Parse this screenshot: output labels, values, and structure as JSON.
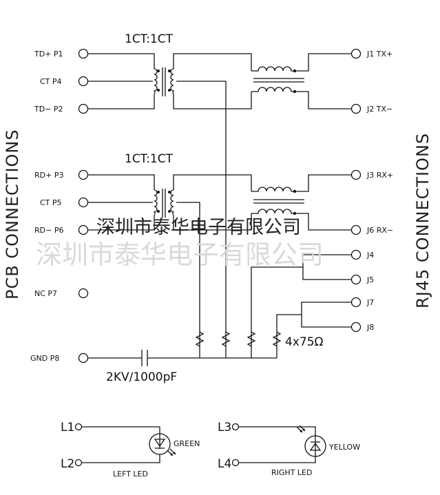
{
  "transformer_labels": [
    "1CT:1CT",
    "1CT:1CT"
  ],
  "pcb_pins": {
    "td_plus": "TD+  P1",
    "ct_p4": "CT  P4",
    "td_minus": "TD−  P2",
    "rd_plus": "RD+  P3",
    "ct_p5": "CT  P5",
    "rd_minus": "RD−  P6",
    "nc": "NC  P7",
    "gnd": "GND  P8"
  },
  "rj45_pins": {
    "j1": "J1  TX+",
    "j2": "J2  TX−",
    "j3": "J3  RX+",
    "j6": "J6  RX−",
    "j4": "J4",
    "j5": "J5",
    "j7": "J7",
    "j8": "J8"
  },
  "side_labels": {
    "left": "PCB CONNECTIONS",
    "right": "RJ45 CONNECTIONS"
  },
  "watermark": "深圳市泰华电子有限公司",
  "resistor_label": "4x75Ω",
  "capacitor_label": "2KV/1000pF",
  "leds": {
    "l1": "L1",
    "l2": "L2",
    "l3": "L3",
    "l4": "L4",
    "left_color": "GREEN",
    "left_name": "LEFT LED",
    "right_color": "YELLOW",
    "right_name": "RIGHT LED"
  }
}
